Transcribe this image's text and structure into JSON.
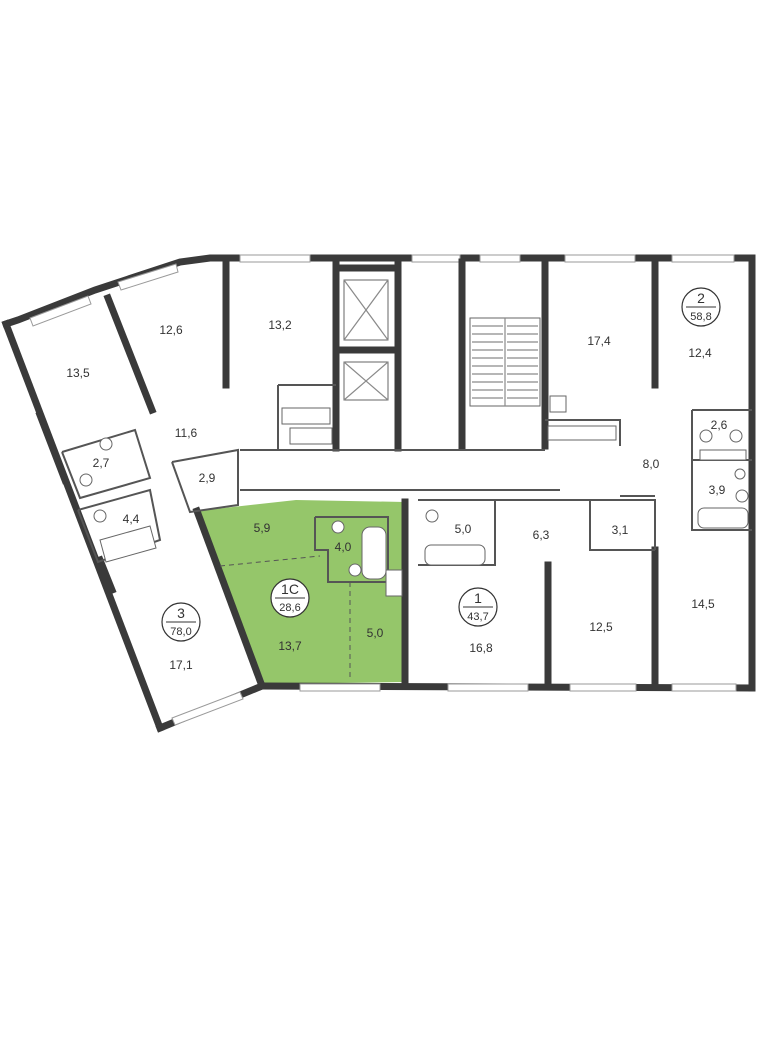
{
  "colors": {
    "highlight": "#95c66a",
    "wall": "#3a3a3a",
    "text": "#333333"
  },
  "units": [
    {
      "id": "1C",
      "area": "28,6"
    },
    {
      "id": "1",
      "area": "43,7"
    },
    {
      "id": "2",
      "area": "58,8"
    },
    {
      "id": "3",
      "area": "78,0"
    }
  ],
  "rooms": {
    "r13_5": "13,5",
    "r12_6": "12,6",
    "r13_2": "13,2",
    "r11_6": "11,6",
    "r2_7": "2,7",
    "r2_9": "2,9",
    "r4_4": "4,4",
    "r17_1": "17,1",
    "r5_9": "5,9",
    "r4_0": "4,0",
    "r13_7": "13,7",
    "r5_0_studio": "5,0",
    "r5_0": "5,0",
    "r6_3": "6,3",
    "r3_1": "3,1",
    "r16_8": "16,8",
    "r12_5": "12,5",
    "r17_4": "17,4",
    "r12_4": "12,4",
    "r2_6": "2,6",
    "r8_0": "8,0",
    "r3_9": "3,9",
    "r14_5": "14,5"
  },
  "icons": {
    "elevator": "elevator-icon",
    "stairs": "stairs-icon",
    "bathtub": "bathtub-icon",
    "toilet": "toilet-icon",
    "sink": "sink-icon"
  }
}
